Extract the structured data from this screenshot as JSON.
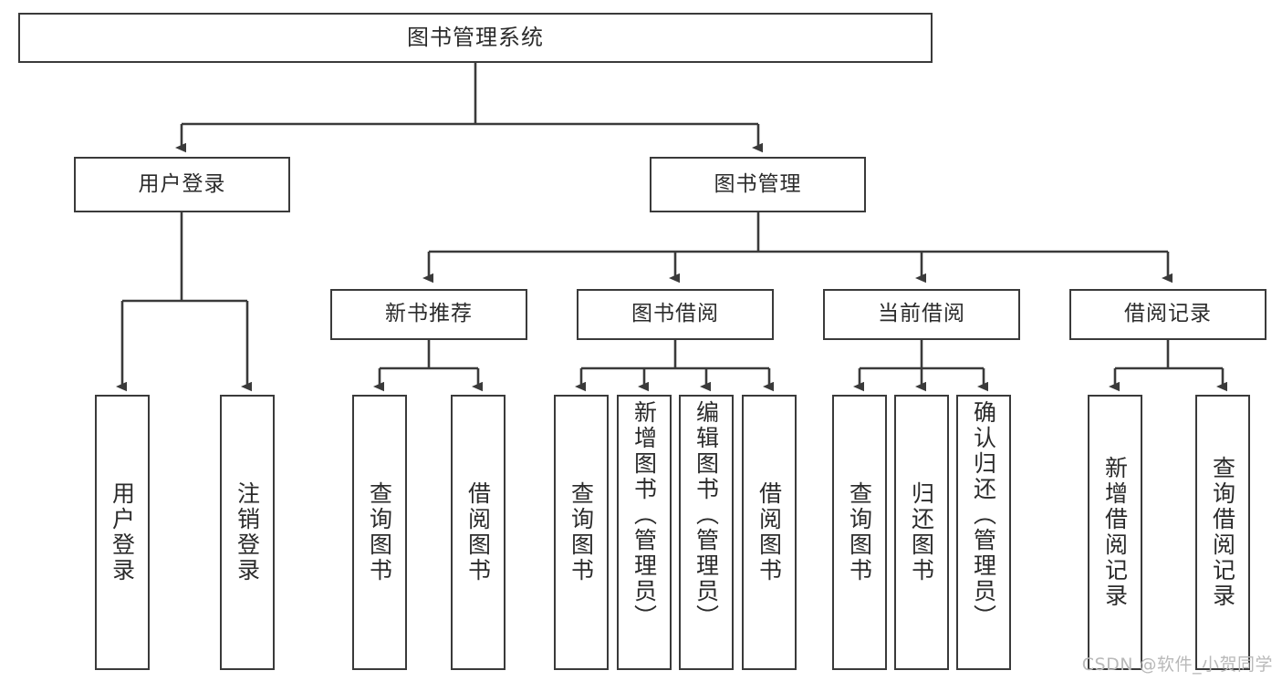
{
  "diagram": {
    "title": "图书管理系统",
    "type": "tree-hierarchy",
    "background_color": "#ffffff",
    "node_border_color": "#3a3a3a",
    "node_fill_color": "#ffffff",
    "edge_color": "#3a3a3a",
    "text_color": "#2b2b2b"
  },
  "nodes": {
    "root": {
      "label": "图书管理系统"
    },
    "level2": [
      {
        "label": "用户登录"
      },
      {
        "label": "图书管理"
      }
    ],
    "level3": [
      {
        "label": "新书推荐"
      },
      {
        "label": "图书借阅"
      },
      {
        "label": "当前借阅"
      },
      {
        "label": "借阅记录"
      }
    ],
    "leaves": [
      {
        "label": "用户登录"
      },
      {
        "label": "注销登录"
      },
      {
        "label": "查询图书"
      },
      {
        "label": "借阅图书"
      },
      {
        "label": "查询图书"
      },
      {
        "label": "新增图书（管理员）"
      },
      {
        "label": "编辑图书（管理员）"
      },
      {
        "label": "借阅图书"
      },
      {
        "label": "查询图书"
      },
      {
        "label": "归还图书"
      },
      {
        "label": "确认归还（管理员）"
      },
      {
        "label": "新增借阅记录"
      },
      {
        "label": "查询借阅记录"
      }
    ]
  },
  "watermark": {
    "text": "CSDN @软件_小贺同学",
    "color": "#b9b9b9"
  }
}
